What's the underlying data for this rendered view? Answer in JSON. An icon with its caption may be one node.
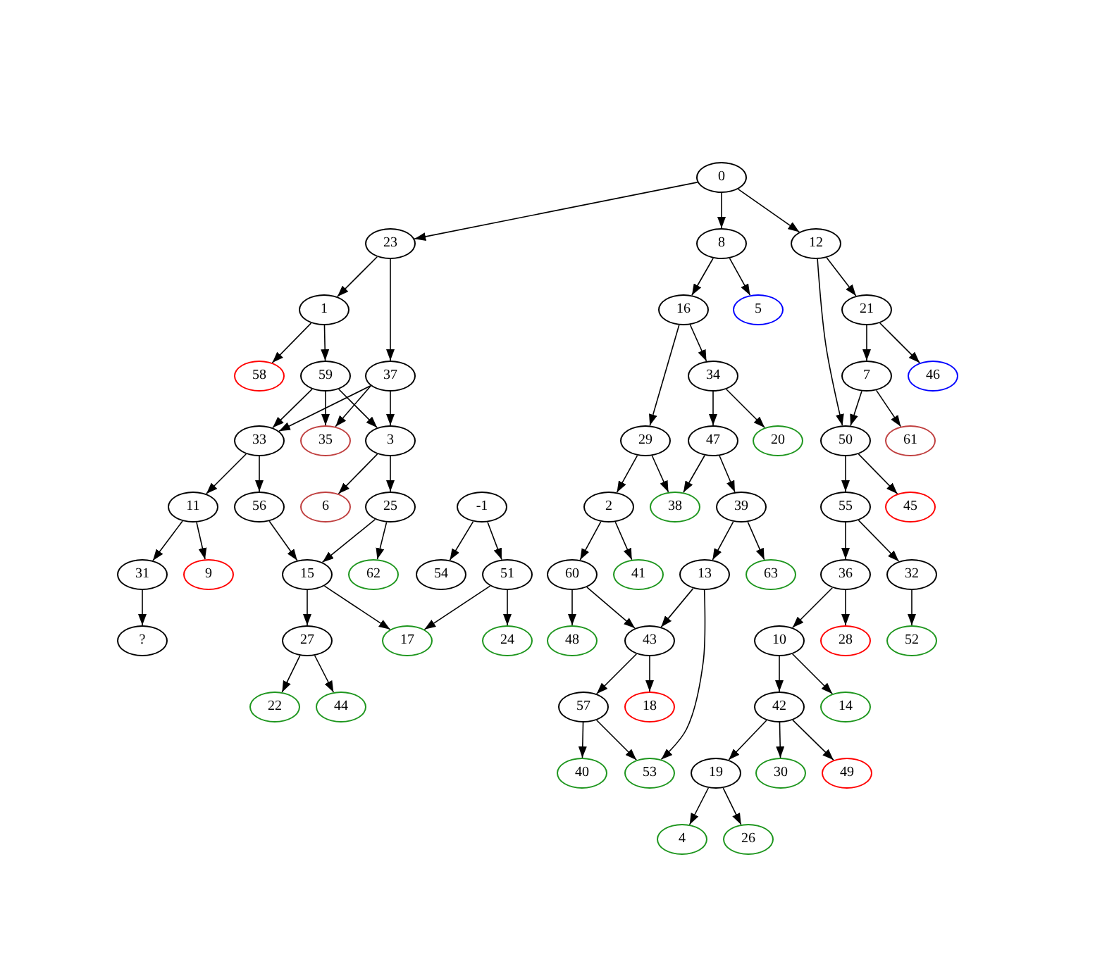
{
  "diagram": {
    "nodes": [
      {
        "text": [
          "0"
        ]
      },
      {
        "text": [
          "23"
        ]
      },
      {
        "text": [
          "8"
        ]
      },
      {
        "text": [
          "12"
        ]
      },
      {
        "text": [
          "1"
        ]
      },
      {
        "text": [
          "16"
        ]
      },
      {
        "text": [
          "5"
        ]
      },
      {
        "text": [
          "21"
        ]
      },
      {
        "text": [
          "58"
        ]
      },
      {
        "text": [
          "59"
        ]
      },
      {
        "text": [
          "37"
        ]
      },
      {
        "text": [
          "34"
        ]
      },
      {
        "text": [
          "7"
        ]
      },
      {
        "text": [
          "46"
        ]
      },
      {
        "text": [
          "33"
        ]
      },
      {
        "text": [
          "35"
        ]
      },
      {
        "text": [
          "3"
        ]
      },
      {
        "text": [
          "29"
        ]
      },
      {
        "text": [
          "47"
        ]
      },
      {
        "text": [
          "20"
        ]
      },
      {
        "text": [
          "50"
        ]
      },
      {
        "text": [
          "61"
        ]
      },
      {
        "text": [
          "11"
        ]
      },
      {
        "text": [
          "56"
        ]
      },
      {
        "text": [
          "6"
        ]
      },
      {
        "text": [
          "25"
        ]
      },
      {
        "text": [
          "-1"
        ]
      },
      {
        "text": [
          "2"
        ]
      },
      {
        "text": [
          "38"
        ]
      },
      {
        "text": [
          "39"
        ]
      },
      {
        "text": [
          "55"
        ]
      },
      {
        "text": [
          "45"
        ]
      },
      {
        "text": [
          "31"
        ]
      },
      {
        "text": [
          "9"
        ]
      },
      {
        "text": [
          "15"
        ]
      },
      {
        "text": [
          "62"
        ]
      },
      {
        "text": [
          "54"
        ]
      },
      {
        "text": [
          "51"
        ]
      },
      {
        "text": [
          "60"
        ]
      },
      {
        "text": [
          "41"
        ]
      },
      {
        "text": [
          "13"
        ]
      },
      {
        "text": [
          "63"
        ]
      },
      {
        "text": [
          "36"
        ]
      },
      {
        "text": [
          "32"
        ]
      },
      {
        "text": [
          "?"
        ]
      },
      {
        "text": [
          "27"
        ]
      },
      {
        "text": [
          "17"
        ]
      },
      {
        "text": [
          "24"
        ]
      },
      {
        "text": [
          "48"
        ]
      },
      {
        "text": [
          "43"
        ]
      },
      {
        "text": [
          "10"
        ]
      },
      {
        "text": [
          "28"
        ]
      },
      {
        "text": [
          "52"
        ]
      },
      {
        "text": [
          "22"
        ]
      },
      {
        "text": [
          "44"
        ]
      },
      {
        "text": [
          "57"
        ]
      },
      {
        "text": [
          "18"
        ]
      },
      {
        "text": [
          "42"
        ]
      },
      {
        "text": [
          "14"
        ]
      },
      {
        "text": [
          "40"
        ]
      },
      {
        "text": [
          "53"
        ]
      },
      {
        "text": [
          "19"
        ]
      },
      {
        "text": [
          "30"
        ]
      },
      {
        "text": [
          "49"
        ]
      },
      {
        "text": [
          "4"
        ]
      },
      {
        "text": [
          "26"
        ]
      }
    ],
    "edges": [
      {
        "from": 0,
        "to": 1,
        "arrow": "to"
      },
      {
        "from": 0,
        "to": 2,
        "arrow": "to"
      },
      {
        "from": 0,
        "to": 3,
        "arrow": "to"
      },
      {
        "from": 1,
        "to": 4,
        "arrow": "to"
      },
      {
        "from": 1,
        "to": 10,
        "arrow": "to"
      },
      {
        "from": 2,
        "to": 5,
        "arrow": "to"
      },
      {
        "from": 2,
        "to": 6,
        "arrow": "to"
      },
      {
        "from": 3,
        "to": 20,
        "arrow": "to"
      },
      {
        "from": 3,
        "to": 7,
        "arrow": "to"
      },
      {
        "from": 4,
        "to": 8,
        "arrow": "to"
      },
      {
        "from": 4,
        "to": 9,
        "arrow": "to"
      },
      {
        "from": 5,
        "to": 17,
        "arrow": "to"
      },
      {
        "from": 5,
        "to": 11,
        "arrow": "to"
      },
      {
        "from": 7,
        "to": 12,
        "arrow": "to"
      },
      {
        "from": 7,
        "to": 13,
        "arrow": "to"
      },
      {
        "from": 9,
        "to": 14,
        "arrow": "to"
      },
      {
        "from": 9,
        "to": 15,
        "arrow": "to"
      },
      {
        "from": 9,
        "to": 16,
        "arrow": "to"
      },
      {
        "from": 10,
        "to": 14,
        "arrow": "to"
      },
      {
        "from": 10,
        "to": 15,
        "arrow": "to"
      },
      {
        "from": 10,
        "to": 16,
        "arrow": "to"
      },
      {
        "from": 11,
        "to": 18,
        "arrow": "to"
      },
      {
        "from": 11,
        "to": 19,
        "arrow": "to"
      },
      {
        "from": 12,
        "to": 20,
        "arrow": "to"
      },
      {
        "from": 12,
        "to": 21,
        "arrow": "to"
      },
      {
        "from": 14,
        "to": 22,
        "arrow": "to"
      },
      {
        "from": 14,
        "to": 23,
        "arrow": "to"
      },
      {
        "from": 16,
        "to": 24,
        "arrow": "to"
      },
      {
        "from": 16,
        "to": 25,
        "arrow": "to"
      },
      {
        "from": 17,
        "to": 27,
        "arrow": "to"
      },
      {
        "from": 17,
        "to": 28,
        "arrow": "to"
      },
      {
        "from": 18,
        "to": 28,
        "arrow": "to"
      },
      {
        "from": 18,
        "to": 29,
        "arrow": "to"
      },
      {
        "from": 20,
        "to": 30,
        "arrow": "to"
      },
      {
        "from": 20,
        "to": 31,
        "arrow": "to"
      },
      {
        "from": 22,
        "to": 32,
        "arrow": "to"
      },
      {
        "from": 22,
        "to": 33,
        "arrow": "to"
      },
      {
        "from": 23,
        "to": 34,
        "arrow": "to"
      },
      {
        "from": 25,
        "to": 34,
        "arrow": "to"
      },
      {
        "from": 25,
        "to": 35,
        "arrow": "to"
      },
      {
        "from": 26,
        "to": 36,
        "arrow": "to"
      },
      {
        "from": 26,
        "to": 37,
        "arrow": "to"
      },
      {
        "from": 27,
        "to": 38,
        "arrow": "to"
      },
      {
        "from": 27,
        "to": 39,
        "arrow": "to"
      },
      {
        "from": 29,
        "to": 40,
        "arrow": "to"
      },
      {
        "from": 29,
        "to": 41,
        "arrow": "to"
      },
      {
        "from": 30,
        "to": 42,
        "arrow": "to"
      },
      {
        "from": 30,
        "to": 43,
        "arrow": "to"
      },
      {
        "from": 32,
        "to": 44,
        "arrow": "to"
      },
      {
        "from": 34,
        "to": 45,
        "arrow": "to"
      },
      {
        "from": 34,
        "to": 46,
        "arrow": "to"
      },
      {
        "from": 37,
        "to": 46,
        "arrow": "to"
      },
      {
        "from": 37,
        "to": 47,
        "arrow": "to"
      },
      {
        "from": 38,
        "to": 48,
        "arrow": "to"
      },
      {
        "from": 38,
        "to": 49,
        "arrow": "to"
      },
      {
        "from": 40,
        "to": 49,
        "arrow": "to"
      },
      {
        "from": 40,
        "to": 60,
        "arrow": "to"
      },
      {
        "from": 42,
        "to": 50,
        "arrow": "to"
      },
      {
        "from": 42,
        "to": 51,
        "arrow": "to"
      },
      {
        "from": 43,
        "to": 52,
        "arrow": "to"
      },
      {
        "from": 45,
        "to": 53,
        "arrow": "to"
      },
      {
        "from": 45,
        "to": 54,
        "arrow": "to"
      },
      {
        "from": 49,
        "to": 55,
        "arrow": "to"
      },
      {
        "from": 49,
        "to": 56,
        "arrow": "to"
      },
      {
        "from": 50,
        "to": 57,
        "arrow": "to"
      },
      {
        "from": 50,
        "to": 58,
        "arrow": "to"
      },
      {
        "from": 55,
        "to": 59,
        "arrow": "to"
      },
      {
        "from": 55,
        "to": 60,
        "arrow": "to"
      },
      {
        "from": 57,
        "to": 61,
        "arrow": "to"
      },
      {
        "from": 57,
        "to": 62,
        "arrow": "to"
      },
      {
        "from": 57,
        "to": 63,
        "arrow": "to"
      },
      {
        "from": 61,
        "to": 64,
        "arrow": "to"
      },
      {
        "from": 61,
        "to": 65,
        "arrow": "to"
      }
    ]
  }
}
